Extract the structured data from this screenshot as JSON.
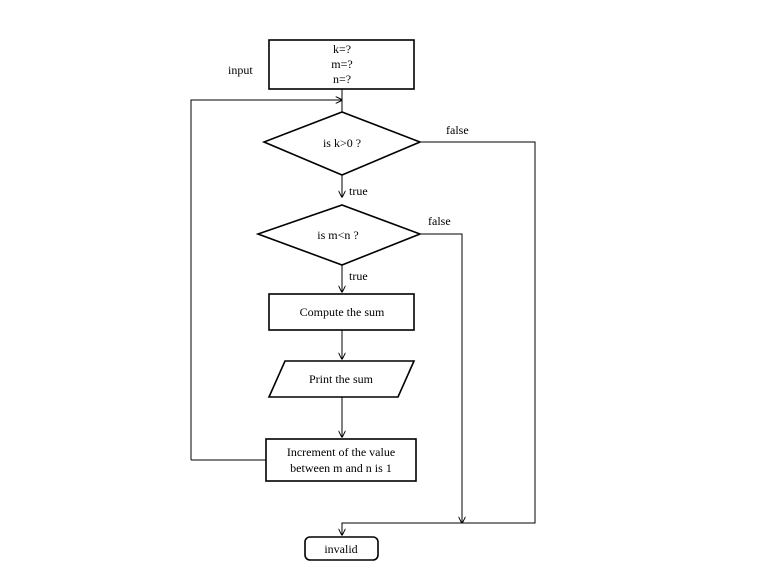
{
  "flowchart": {
    "input_label": "input",
    "input_box": {
      "lines": [
        "k=?",
        "m=?",
        "n=?"
      ]
    },
    "decision_k": {
      "label": "is k>0 ?",
      "false_label": "false",
      "true_label": "true"
    },
    "decision_m": {
      "label": "is m<n ?",
      "false_label": "false",
      "true_label": "true"
    },
    "compute": {
      "label": "Compute the sum"
    },
    "print": {
      "label": "Print the sum"
    },
    "increment": {
      "lines": [
        "Increment of the value",
        "between m and n is 1"
      ]
    },
    "terminal": {
      "label": "invalid"
    }
  }
}
